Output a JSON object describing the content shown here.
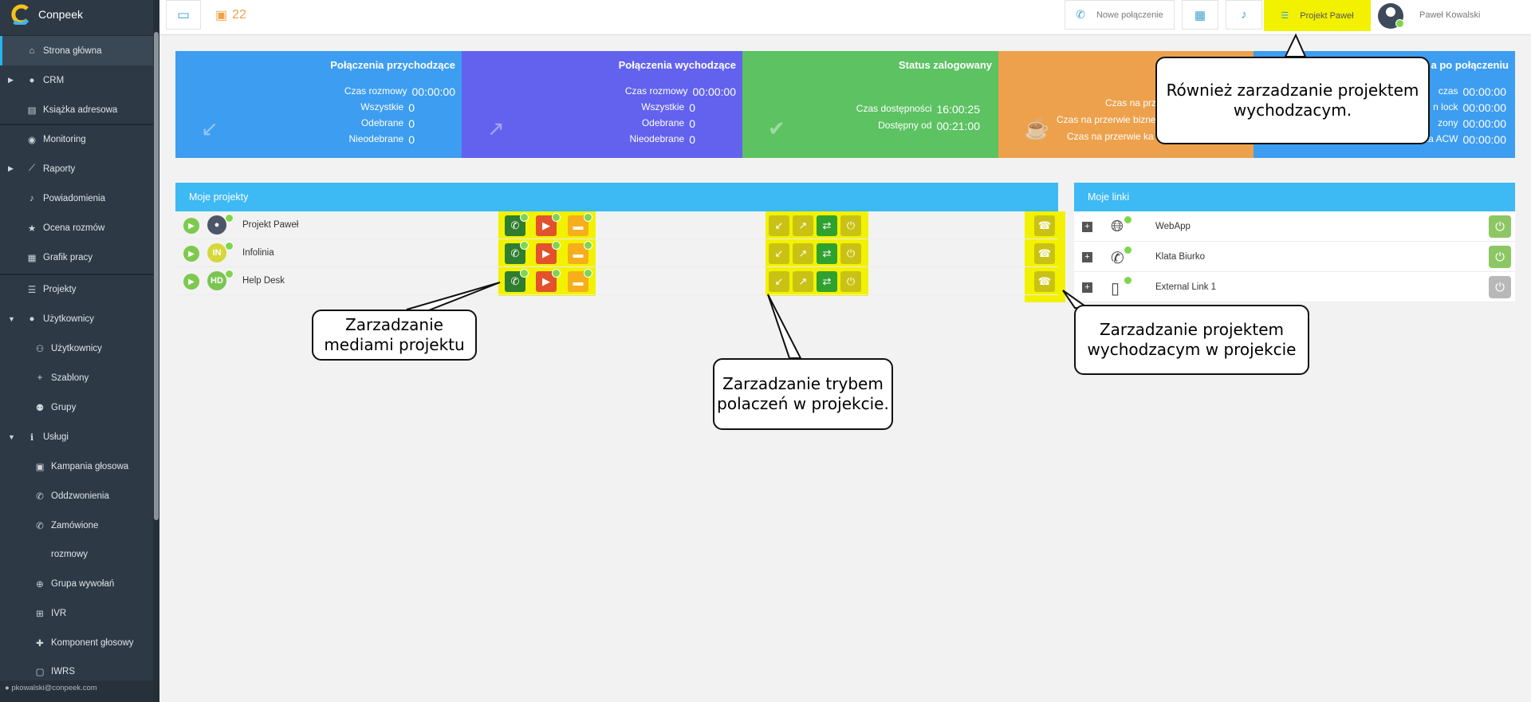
{
  "app": {
    "name": "Conpeek"
  },
  "sidebar": {
    "items": [
      {
        "label": "Strona główna",
        "icon": "home-icon"
      },
      {
        "label": "CRM",
        "icon": "user-icon"
      },
      {
        "label": "Książka adresowa",
        "icon": "address-book-icon"
      },
      {
        "label": "Monitoring",
        "icon": "eye-icon"
      },
      {
        "label": "Raporty",
        "icon": "chart-icon"
      },
      {
        "label": "Powiadomienia",
        "icon": "bell-icon"
      },
      {
        "label": "Ocena rozmów",
        "icon": "star-icon"
      },
      {
        "label": "Grafik pracy",
        "icon": "calendar-icon"
      },
      {
        "label": "Projekty",
        "icon": "list-icon"
      },
      {
        "label": "Użytkownicy",
        "icon": "user-icon"
      },
      {
        "label": "Użytkownicy",
        "icon": "users-icon"
      },
      {
        "label": "Szablony",
        "icon": "user-plus-icon"
      },
      {
        "label": "Grupy",
        "icon": "group-icon"
      },
      {
        "label": "Usługi",
        "icon": "info-icon"
      },
      {
        "label": "Kampania głosowa",
        "icon": "address-card-icon"
      },
      {
        "label": "Oddzwonienia",
        "icon": "phone-icon"
      },
      {
        "label": "Zamówione",
        "icon": "phone-ring-icon"
      },
      {
        "label": "rozmowy",
        "icon": ""
      },
      {
        "label": "Grupa wywołań",
        "icon": "crosshair-icon"
      },
      {
        "label": "IVR",
        "icon": "sitemap-icon"
      },
      {
        "label": "Komponent głosowy",
        "icon": "puzzle-icon"
      },
      {
        "label": "IWRS",
        "icon": "iwrs-icon"
      }
    ],
    "footer": "pkowalski@conpeek.com"
  },
  "topbar": {
    "counter": "22",
    "new_call": "Nowe połączenie",
    "project": "Projekt Paweł",
    "user": "Paweł Kowalski"
  },
  "stats": [
    {
      "title": "Połączenia przychodzące",
      "rows": [
        [
          "Czas rozmowy",
          "00:00:00"
        ],
        [
          "Wszystkie",
          "0"
        ],
        [
          "Odebrane",
          "0"
        ],
        [
          "Nieodebrane",
          "0"
        ]
      ]
    },
    {
      "title": "Połączenia wychodzące",
      "rows": [
        [
          "Czas rozmowy",
          "00:00:00"
        ],
        [
          "Wszystkie",
          "0"
        ],
        [
          "Odebrane",
          "0"
        ],
        [
          "Nieodebrane",
          "0"
        ]
      ]
    },
    {
      "title": "Status zalogowany",
      "rows": [
        [
          "Czas dostępności",
          "16:00:25"
        ],
        [
          "Dostępny od",
          "00:21:00"
        ]
      ]
    },
    {
      "title": "",
      "rows": [
        [
          "Czas na prz",
          ""
        ],
        [
          "Czas na przerwie bizne",
          ""
        ],
        [
          "Czas na przerwie ka",
          ""
        ]
      ]
    },
    {
      "title": "a po połączeniu",
      "rows": [
        [
          "czas",
          "00:00:00"
        ],
        [
          "n lock",
          "00:00:00"
        ],
        [
          "zony",
          "00:00:00"
        ],
        [
          "Całkowity czas na ACW",
          "00:00:00"
        ]
      ]
    }
  ],
  "projects": {
    "title": "Moje projekty",
    "rows": [
      {
        "name": "Projekt Paweł",
        "initials": ""
      },
      {
        "name": "Infolinia",
        "initials": "IN"
      },
      {
        "name": "Help Desk",
        "initials": "HD"
      }
    ]
  },
  "links": {
    "title": "Moje linki",
    "rows": [
      {
        "name": "WebApp",
        "icon": "globe-icon"
      },
      {
        "name": "Klata Biurko",
        "icon": "phone-ring-icon"
      },
      {
        "name": "External Link 1",
        "icon": "mobile-icon"
      }
    ]
  },
  "callouts": {
    "top": "Również zarzadzanie projektem wychodzacym.",
    "media": "Zarzadzanie mediami projektu",
    "mode": "Zarzadzanie trybem polaczeń w projekcie.",
    "outbound": "Zarzadzanie projektem wychodzacym w projekcie"
  },
  "colors": {
    "blue": "#3d9df0",
    "purple": "#6262ee",
    "green": "#5cc262",
    "orange": "#eda14d",
    "accent": "#3db9f4",
    "highlight": "#f2f200"
  }
}
